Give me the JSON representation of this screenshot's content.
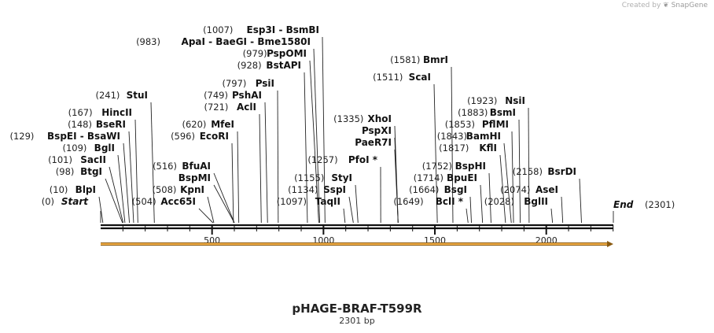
{
  "watermark": {
    "prefix": "Created by",
    "brand": "SnapGene"
  },
  "plasmid": {
    "name": "pHAGE-BRAF-T599R",
    "length_label": "2301 bp",
    "length": 2301
  },
  "axis": {
    "ticks": [
      "500",
      "1000",
      "1500",
      "2000"
    ]
  },
  "ends": [
    {
      "label": "Start",
      "pos_label": "(0)"
    },
    {
      "label": "End",
      "pos_label": "(2301)"
    }
  ],
  "sites": [
    {
      "pos": 0,
      "pos_label": "(0)",
      "label": "Start",
      "cut": 0
    },
    {
      "pos": 10,
      "pos_label": "(10)",
      "label": "BlpI",
      "cut": 10
    },
    {
      "pos": 98,
      "pos_label": "(98)",
      "label": "BtgI",
      "cut": 98
    },
    {
      "pos": 101,
      "pos_label": "(101)",
      "label": "SacII",
      "cut": 101
    },
    {
      "pos": 109,
      "pos_label": "(109)",
      "label": "BglI",
      "cut": 109
    },
    {
      "pos": 129,
      "pos_label": "(129)",
      "label": "BspEI  - BsaWI",
      "cut": 129
    },
    {
      "pos": 148,
      "pos_label": "(148)",
      "label": "BseRI",
      "cut": 148
    },
    {
      "pos": 167,
      "pos_label": "(167)",
      "label": "HincII",
      "cut": 167
    },
    {
      "pos": 241,
      "pos_label": "(241)",
      "label": "StuI",
      "cut": 241
    },
    {
      "pos": 504,
      "pos_label": "(504)",
      "label": "Acc65I",
      "cut": 504
    },
    {
      "pos": 508,
      "pos_label": "(508)",
      "label": "KpnI",
      "cut": 508
    },
    {
      "pos": 516,
      "pos_label": "",
      "label": "BspMI",
      "cut": 600
    },
    {
      "pos": 516,
      "pos_label": "(516)",
      "label": "BfuAI",
      "cut": 600
    },
    {
      "pos": 596,
      "pos_label": "(596)",
      "label": "EcoRI",
      "cut": 596
    },
    {
      "pos": 620,
      "pos_label": "(620)",
      "label": "MfeI",
      "cut": 620
    },
    {
      "pos": 721,
      "pos_label": "(721)",
      "label": "AclI",
      "cut": 721
    },
    {
      "pos": 749,
      "pos_label": "(749)",
      "label": "PshAI",
      "cut": 749
    },
    {
      "pos": 797,
      "pos_label": "(797)",
      "label": "PsiI",
      "cut": 797
    },
    {
      "pos": 928,
      "pos_label": "(928)",
      "label": "BstAPI",
      "cut": 928
    },
    {
      "pos": 979,
      "pos_label": "(979)",
      "label": "PspOMI",
      "cut": 979
    },
    {
      "pos": 983,
      "pos_label": "(983)",
      "label": "ApaI  - BaeGI  - Bme1580I",
      "cut": 983
    },
    {
      "pos": 1007,
      "pos_label": "(1007)",
      "label": "Esp3I  - BsmBI",
      "cut": 1007
    },
    {
      "pos": 1097,
      "pos_label": "(1097)",
      "label": "TaqII",
      "cut": 1097
    },
    {
      "pos": 1134,
      "pos_label": "(1134)",
      "label": "SspI",
      "cut": 1134
    },
    {
      "pos": 1155,
      "pos_label": "(1155)",
      "label": "StyI",
      "cut": 1155
    },
    {
      "pos": 1257,
      "pos_label": "(1257)",
      "label": "PfoI *",
      "cut": 1257
    },
    {
      "pos": 1335,
      "pos_label": "",
      "label": "PaeR7I",
      "cut": 1335
    },
    {
      "pos": 1335,
      "pos_label": "",
      "label": "PspXI",
      "cut": 1335
    },
    {
      "pos": 1335,
      "pos_label": "(1335)",
      "label": "XhoI",
      "cut": 1335
    },
    {
      "pos": 1511,
      "pos_label": "(1511)",
      "label": "ScaI",
      "cut": 1511
    },
    {
      "pos": 1581,
      "pos_label": "(1581)",
      "label": "BmrI",
      "cut": 1581
    },
    {
      "pos": 1649,
      "pos_label": "(1649)",
      "label": "BclI *",
      "cut": 1649
    },
    {
      "pos": 1664,
      "pos_label": "(1664)",
      "label": "BsgI",
      "cut": 1664
    },
    {
      "pos": 1714,
      "pos_label": "(1714)",
      "label": "BpuEI",
      "cut": 1714
    },
    {
      "pos": 1752,
      "pos_label": "(1752)",
      "label": "BspHI",
      "cut": 1752
    },
    {
      "pos": 1817,
      "pos_label": "(1817)",
      "label": "KflI",
      "cut": 1817
    },
    {
      "pos": 1843,
      "pos_label": "(1843)",
      "label": "BamHI",
      "cut": 1843
    },
    {
      "pos": 1853,
      "pos_label": "(1853)",
      "label": "PflMI",
      "cut": 1853
    },
    {
      "pos": 1883,
      "pos_label": "(1883)",
      "label": "BsmI",
      "cut": 1883
    },
    {
      "pos": 1923,
      "pos_label": "(1923)",
      "label": "NsiI",
      "cut": 1923
    },
    {
      "pos": 2028,
      "pos_label": "(2028)",
      "label": "BglII",
      "cut": 2028
    },
    {
      "pos": 2074,
      "pos_label": "(2074)",
      "label": "AseI",
      "cut": 2074
    },
    {
      "pos": 2158,
      "pos_label": "(2158)",
      "label": "BsrDI",
      "cut": 2158
    }
  ],
  "feature": {
    "color": "#f3b04a",
    "outline": "#8a5a10"
  }
}
